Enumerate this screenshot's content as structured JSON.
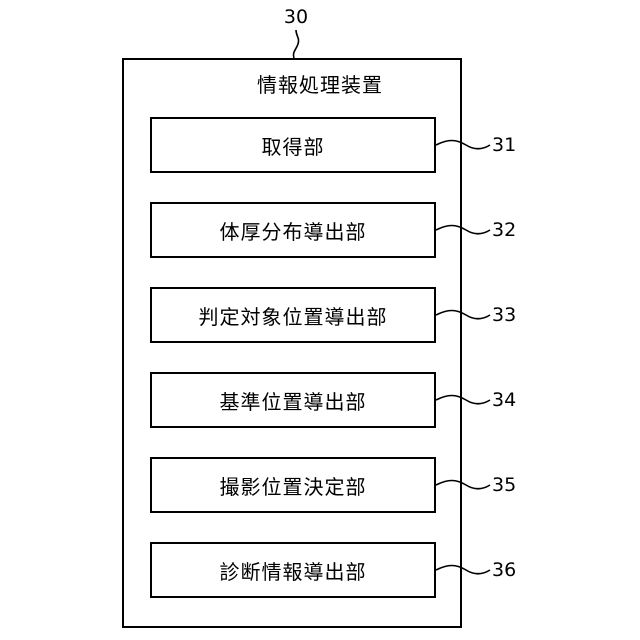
{
  "diagram": {
    "device": {
      "ref": "30",
      "title": "情報処理装置"
    },
    "units": [
      {
        "label": "取得部",
        "ref": "31"
      },
      {
        "label": "体厚分布導出部",
        "ref": "32"
      },
      {
        "label": "判定対象位置導出部",
        "ref": "33"
      },
      {
        "label": "基準位置導出部",
        "ref": "34"
      },
      {
        "label": "撮影位置決定部",
        "ref": "35"
      },
      {
        "label": "診断情報導出部",
        "ref": "36"
      }
    ]
  }
}
